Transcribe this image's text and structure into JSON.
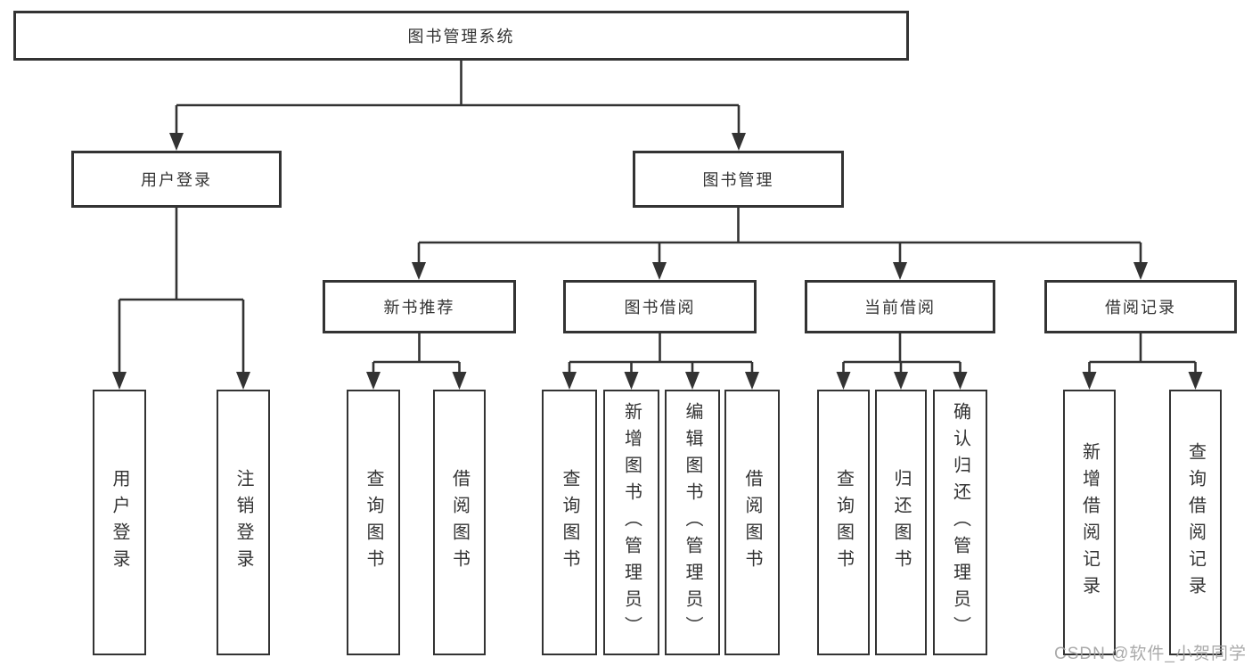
{
  "diagram": {
    "root": {
      "label": "图书管理系统"
    },
    "level2": {
      "user_login": {
        "label": "用户登录"
      },
      "book_mgmt": {
        "label": "图书管理"
      }
    },
    "level3": {
      "new_books": {
        "label": "新书推荐"
      },
      "borrowing": {
        "label": "图书借阅"
      },
      "current": {
        "label": "当前借阅"
      },
      "records": {
        "label": "借阅记录"
      }
    },
    "leaves": {
      "user_login": {
        "label": "用户登录"
      },
      "logout": {
        "label": "注销登录"
      },
      "nb_query": {
        "label": "查询图书"
      },
      "nb_borrow": {
        "label": "借阅图书"
      },
      "bw_query": {
        "label": "查询图书"
      },
      "bw_add": {
        "label": "新增图书（管理员）"
      },
      "bw_edit": {
        "label": "编辑图书（管理员）"
      },
      "bw_borrow": {
        "label": "借阅图书"
      },
      "cur_query": {
        "label": "查询图书"
      },
      "cur_return": {
        "label": "归还图书"
      },
      "cur_confirm": {
        "label": "确认归还（管理员）"
      },
      "rec_add": {
        "label": "新增借阅记录"
      },
      "rec_query": {
        "label": "查询借阅记录"
      }
    }
  },
  "watermark": "CSDN @软件_小贺同学",
  "colors": {
    "line": "#333333",
    "text": "#333333",
    "background": "#ffffff",
    "watermark": "#9e9e9e"
  }
}
